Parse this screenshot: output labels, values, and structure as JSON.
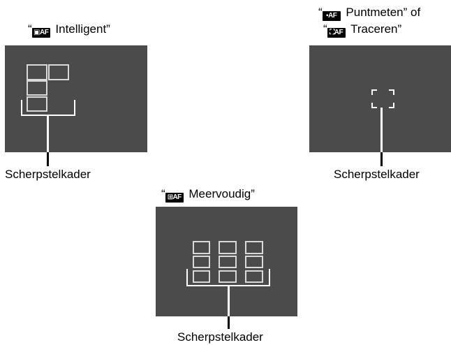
{
  "panels": {
    "intelligent": {
      "title_prefix": "“",
      "icon_text": "▣AF",
      "title_text": " Intelligent”",
      "caption": "Scherpstelkader"
    },
    "spot": {
      "line1_prefix": "“",
      "line1_icon": "▪AF",
      "line1_text": " Puntmeten” of",
      "line2_prefix": "“",
      "line2_icon": "⛶AF",
      "line2_text": " Traceren”",
      "caption": "Scherpstelkader"
    },
    "multi": {
      "title_prefix": "“",
      "icon_text": "⊞AF",
      "title_text": " Meervoudig”",
      "caption": "Scherpstelkader"
    }
  }
}
